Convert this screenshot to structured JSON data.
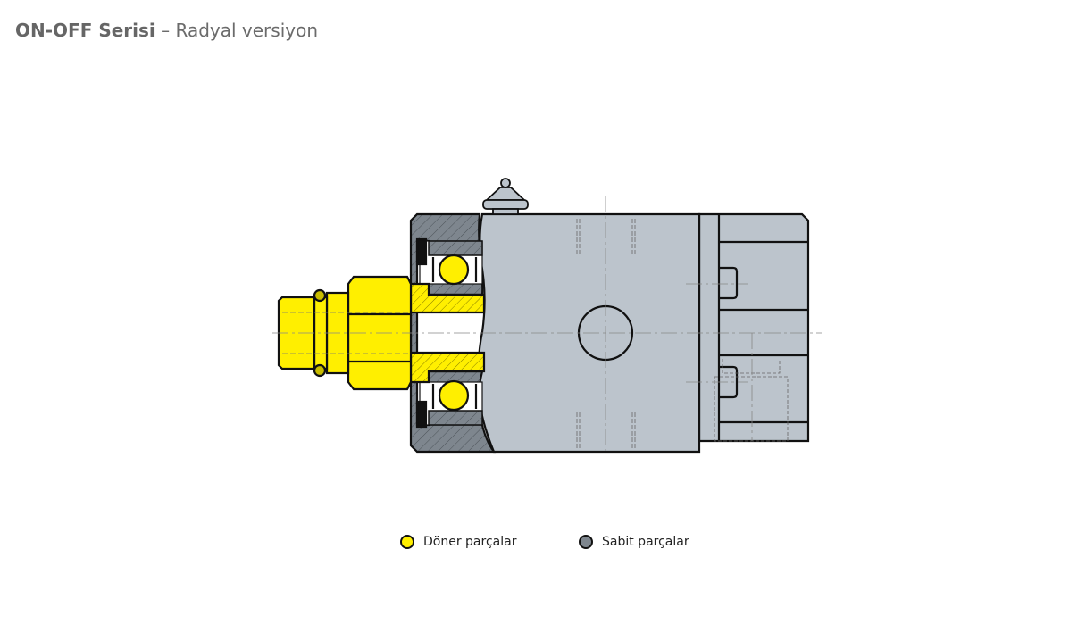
{
  "header": {
    "title_bold": "ON-OFF Serisi",
    "title_rest": "– Radyal versiyon"
  },
  "legend": [
    {
      "label": "Döner parçalar",
      "color": "#ffef00"
    },
    {
      "label": "Sabit parçalar",
      "color": "#7e868e"
    }
  ],
  "colors": {
    "rotating": "#ffef00",
    "fixed_dark": "#7e868e",
    "body": "#bcc4cc",
    "line": "#111111"
  }
}
